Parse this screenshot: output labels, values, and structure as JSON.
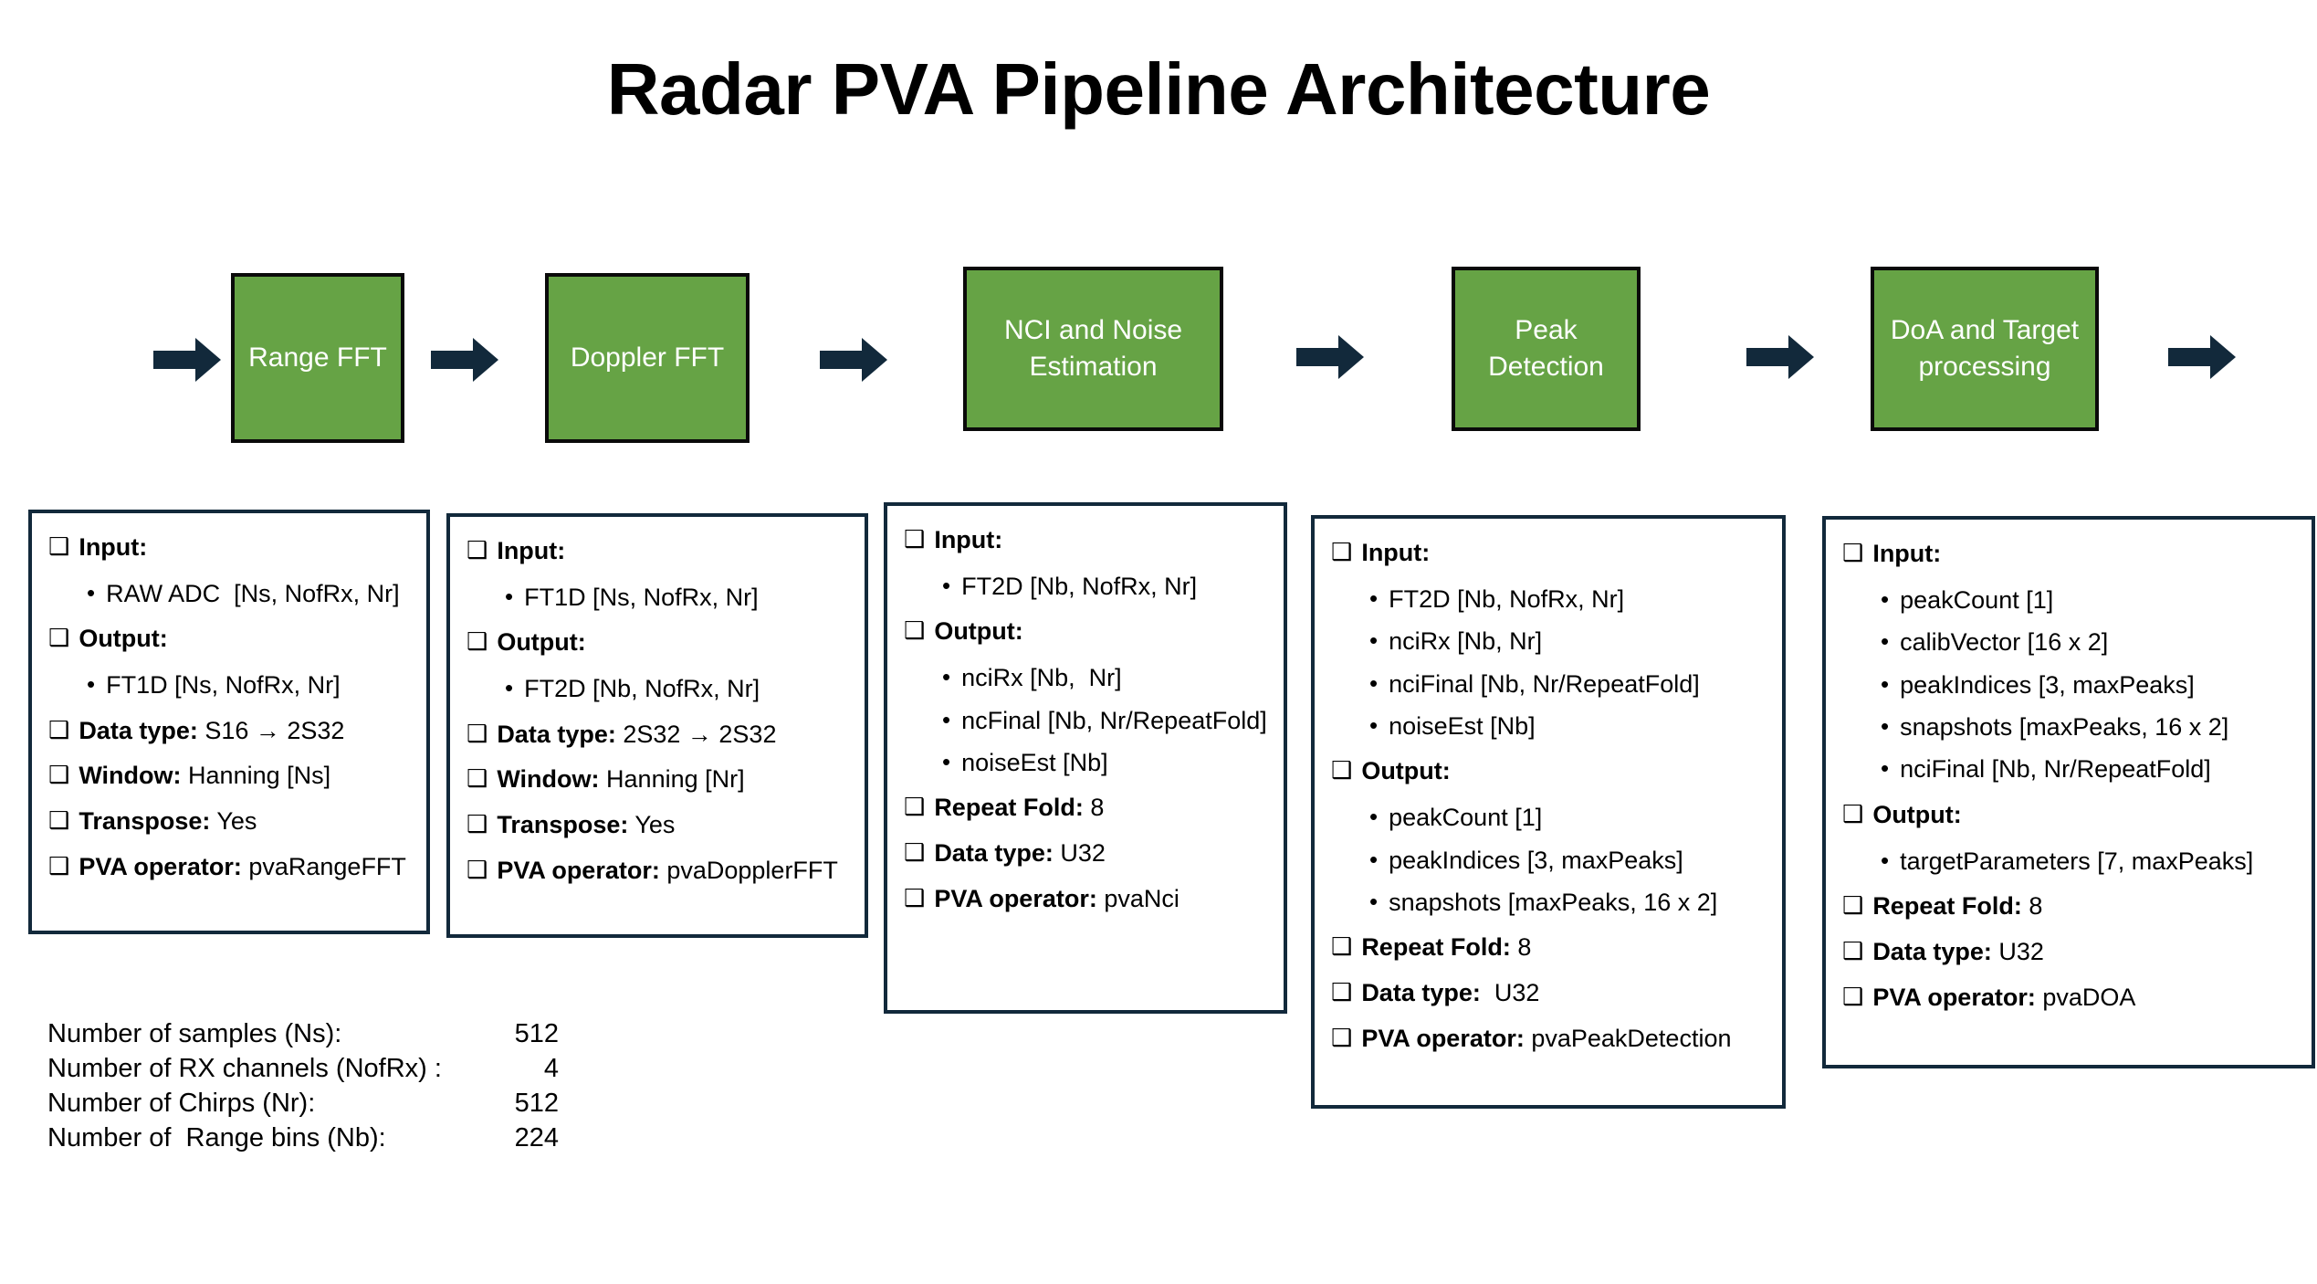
{
  "page": {
    "title": "Radar PVA Pipeline Architecture",
    "accent_green": "#66a345",
    "card_border": "#12293b",
    "arrow_color": "#12293b",
    "box_border": "#0a0a0a"
  },
  "flow": {
    "arrow_icon": "right-block-arrow",
    "stages": [
      {
        "label": "Range FFT"
      },
      {
        "label": "Doppler FFT"
      },
      {
        "label": "NCI and Noise Estimation"
      },
      {
        "label": "Peak Detection"
      },
      {
        "label": "DoA  and Target processing"
      }
    ]
  },
  "cards": [
    {
      "id": "range-fft",
      "rows": [
        {
          "kind": "header",
          "glyph": "❑",
          "label": "Input:"
        },
        {
          "kind": "bullets",
          "glyph": "•",
          "items": [
            "RAW ADC  [Ns, NofRx, Nr]"
          ]
        },
        {
          "kind": "header",
          "glyph": "❑",
          "label": "Output:"
        },
        {
          "kind": "bullets",
          "glyph": "•",
          "items": [
            "FT1D [Ns, NofRx, Nr]"
          ]
        },
        {
          "kind": "kv",
          "glyph": "❑",
          "label": "Data type:",
          "value": " S16 → 2S32"
        },
        {
          "kind": "kv",
          "glyph": "❑",
          "label": "Window:",
          "value": " Hanning [Ns]"
        },
        {
          "kind": "kv",
          "glyph": "❑",
          "label": "Transpose:",
          "value": " Yes"
        },
        {
          "kind": "kv",
          "glyph": "❑",
          "label": "PVA operator:",
          "value": " pvaRangeFFT"
        }
      ]
    },
    {
      "id": "doppler-fft",
      "rows": [
        {
          "kind": "header",
          "glyph": "❑",
          "label": "Input:"
        },
        {
          "kind": "bullets",
          "glyph": "•",
          "items": [
            "FT1D [Ns, NofRx, Nr]"
          ]
        },
        {
          "kind": "header",
          "glyph": "❑",
          "label": "Output:"
        },
        {
          "kind": "bullets",
          "glyph": "•",
          "items": [
            "FT2D [Nb, NofRx, Nr]"
          ]
        },
        {
          "kind": "kv",
          "glyph": "❑",
          "label": "Data type:",
          "value": " 2S32 → 2S32"
        },
        {
          "kind": "kv",
          "glyph": "❑",
          "label": "Window:",
          "value": " Hanning [Nr]"
        },
        {
          "kind": "kv",
          "glyph": "❑",
          "label": "Transpose:",
          "value": " Yes"
        },
        {
          "kind": "kv",
          "glyph": "❑",
          "label": "PVA operator:",
          "value": " pvaDopplerFFT"
        }
      ]
    },
    {
      "id": "nci-noise",
      "rows": [
        {
          "kind": "header",
          "glyph": "❑",
          "label": "Input:"
        },
        {
          "kind": "bullets",
          "glyph": "•",
          "items": [
            "FT2D [Nb, NofRx, Nr]"
          ]
        },
        {
          "kind": "header",
          "glyph": "❑",
          "label": "Output:"
        },
        {
          "kind": "bullets",
          "glyph": "•",
          "items": [
            "nciRx [Nb,  Nr]",
            "ncFinal [Nb, Nr/RepeatFold]",
            "noiseEst [Nb]"
          ]
        },
        {
          "kind": "kv",
          "glyph": "❑",
          "label": "Repeat Fold:",
          "value": " 8"
        },
        {
          "kind": "kv",
          "glyph": "❑",
          "label": "Data type:",
          "value": " U32"
        },
        {
          "kind": "kv",
          "glyph": "❑",
          "label": "PVA operator:",
          "value": " pvaNci"
        }
      ]
    },
    {
      "id": "peak-detection",
      "rows": [
        {
          "kind": "header",
          "glyph": "❑",
          "label": "Input:"
        },
        {
          "kind": "bullets",
          "glyph": "•",
          "items": [
            "FT2D [Nb, NofRx, Nr]",
            "nciRx [Nb, Nr]",
            "nciFinal [Nb, Nr/RepeatFold]",
            "noiseEst [Nb]"
          ]
        },
        {
          "kind": "header",
          "glyph": "❑",
          "label": "Output:"
        },
        {
          "kind": "bullets",
          "glyph": "•",
          "items": [
            "peakCount [1]",
            "peakIndices [3, maxPeaks]",
            "snapshots [maxPeaks, 16 x 2]"
          ]
        },
        {
          "kind": "kv",
          "glyph": "❑",
          "label": "Repeat Fold:",
          "value": " 8"
        },
        {
          "kind": "kv",
          "glyph": "❑",
          "label": "Data type:",
          "value": "  U32"
        },
        {
          "kind": "kv",
          "glyph": "❑",
          "label": "PVA operator:",
          "value": " pvaPeakDetection"
        }
      ]
    },
    {
      "id": "doa-target",
      "rows": [
        {
          "kind": "header",
          "glyph": "❑",
          "label": "Input:"
        },
        {
          "kind": "bullets",
          "glyph": "•",
          "items": [
            "peakCount [1]",
            "calibVector [16 x 2]",
            "peakIndices [3, maxPeaks]",
            "snapshots [maxPeaks, 16 x 2]",
            "nciFinal [Nb, Nr/RepeatFold]"
          ]
        },
        {
          "kind": "header",
          "glyph": "❑",
          "label": "Output:"
        },
        {
          "kind": "bullets",
          "glyph": "•",
          "items": [
            "targetParameters [7, maxPeaks]"
          ]
        },
        {
          "kind": "kv",
          "glyph": "❑",
          "label": "Repeat Fold:",
          "value": " 8"
        },
        {
          "kind": "kv",
          "glyph": "❑",
          "label": "Data type:",
          "value": " U32"
        },
        {
          "kind": "kv",
          "glyph": "❑",
          "label": "PVA operator:",
          "value": " pvaDOA"
        }
      ]
    }
  ],
  "parameters": [
    {
      "name": "Number of samples (Ns):",
      "value": "512"
    },
    {
      "name": "Number of RX channels (NofRx) :",
      "value": "4"
    },
    {
      "name": "Number of Chirps (Nr):",
      "value": "512"
    },
    {
      "name": "Number of  Range bins (Nb):",
      "value": "224"
    }
  ]
}
